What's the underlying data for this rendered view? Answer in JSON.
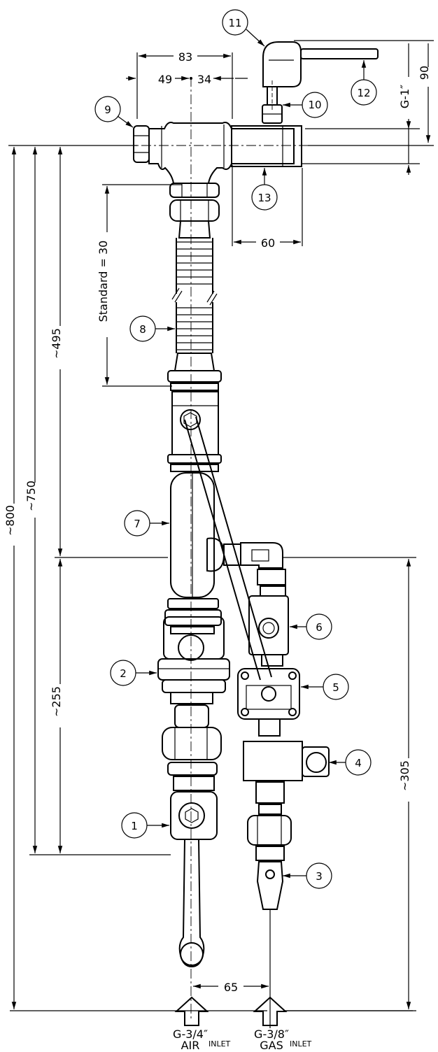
{
  "dimensions": {
    "d83": "83",
    "d49": "49",
    "d34": "34",
    "d60": "60",
    "d65": "65",
    "d90": "90",
    "g1": "G-1″",
    "standard": "Standard = 30",
    "d495": "~495",
    "d750": "~750",
    "d800": "~800",
    "d255": "~255",
    "d305": "~305"
  },
  "callouts": [
    "1",
    "2",
    "3",
    "4",
    "5",
    "6",
    "7",
    "8",
    "9",
    "10",
    "11",
    "12",
    "13"
  ],
  "inlets": {
    "air": {
      "size": "G-3/4″",
      "line1": "AIR",
      "line2": "INLET"
    },
    "gas": {
      "size": "G-3/8″",
      "line1": "GAS",
      "line2": "INLET"
    }
  },
  "colors": {
    "line": "#000000",
    "background": "#ffffff"
  }
}
